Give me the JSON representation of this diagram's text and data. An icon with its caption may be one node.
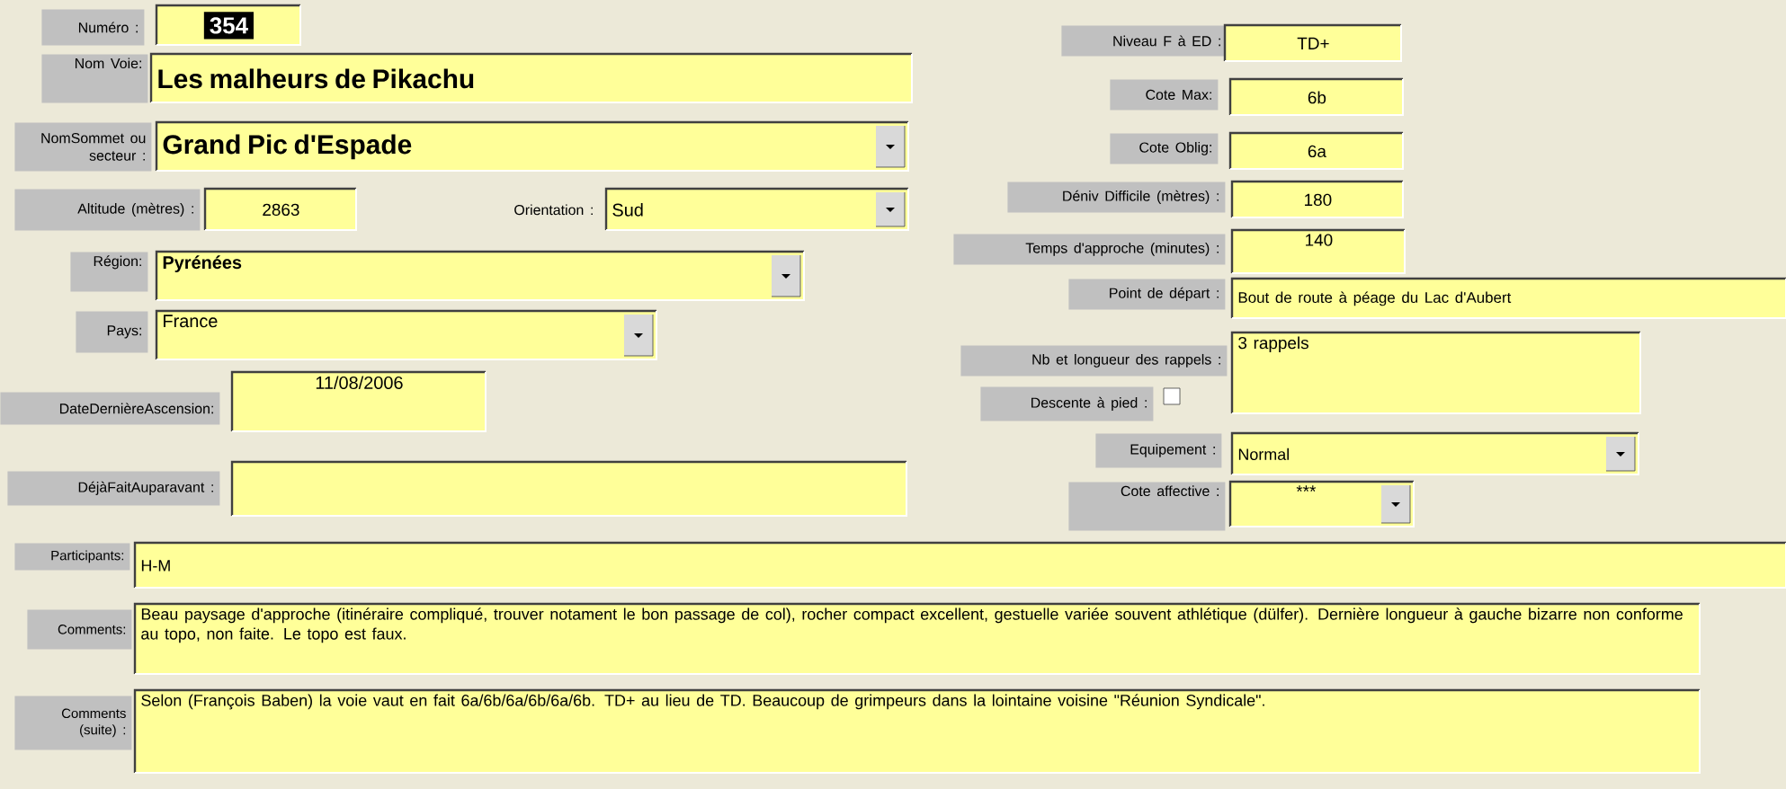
{
  "diagram": {
    "nodes": [
      {
        "text": [
          "Numéro :"
        ]
      },
      {
        "text": [
          "354"
        ]
      },
      {
        "text": [
          "Nom Voie:"
        ]
      },
      {
        "text": [
          "Les malheurs de Pikachu"
        ]
      },
      {
        "text": [
          "NomSommet ou secteur :"
        ]
      },
      {
        "text": [
          "Grand Pic d'Espade"
        ]
      },
      {
        "text": [
          "Altitude (mètres) :"
        ]
      },
      {
        "text": [
          "2863"
        ]
      },
      {
        "text": [
          "Orientation :"
        ]
      },
      {
        "text": [
          "Sud"
        ]
      },
      {
        "text": [
          "Région:"
        ]
      },
      {
        "text": [
          "Pyrénées"
        ]
      },
      {
        "text": [
          "Pays:"
        ]
      },
      {
        "text": [
          "France"
        ]
      },
      {
        "text": [
          "DateDernièreAscension:"
        ]
      },
      {
        "text": [
          "11/08/2006"
        ]
      },
      {
        "text": [
          "DéjàFaitAuparavant :"
        ]
      },
      {
        "text": [],
        "shape": "box"
      },
      {
        "text": [
          "Niveau F à ED :"
        ]
      },
      {
        "text": [
          "TD+"
        ]
      },
      {
        "text": [
          "Cote Max:"
        ]
      },
      {
        "text": [
          "6b"
        ]
      },
      {
        "text": [
          "Cote Oblig:"
        ]
      },
      {
        "text": [
          "6a"
        ]
      },
      {
        "text": [
          "Déniv Difficile (mètres) :"
        ]
      },
      {
        "text": [
          "180"
        ]
      },
      {
        "text": [
          "Temps d'approche (minutes) :"
        ]
      },
      {
        "text": [
          "140"
        ]
      },
      {
        "text": [
          "Point de départ :"
        ]
      },
      {
        "text": [
          "Bout de route à péage du Lac d'Aubert"
        ]
      },
      {
        "text": [
          "Nb et longueur des rappels :"
        ]
      },
      {
        "text": [
          "3 rappels"
        ]
      },
      {
        "text": [
          "Descente à pied :"
        ]
      },
      {
        "text": [
          "Equipement :"
        ]
      },
      {
        "text": [
          "Normal"
        ]
      },
      {
        "text": [
          "Cote affective :"
        ]
      },
      {
        "text": [
          "***"
        ]
      },
      {
        "text": [
          "Participants:"
        ]
      },
      {
        "text": [
          "H-M"
        ]
      },
      {
        "text": [
          "Comments:"
        ]
      },
      {
        "text": [
          "Beau paysage d'approche (itinéraire compliqué, trouver notament le bon passage de col), rocher compact excellent, gestuelle variée souvent athlétique (dülfer). Dernière longueur à gauche bizarre non conforme au topo, non faite. Le topo est faux."
        ]
      },
      {
        "text": [
          "Comments (suite) :"
        ]
      },
      {
        "text": [
          "Selon (François Baben) la voie vaut en fait 6a/6b/6a/6b/6a/6b. TD+ au lieu de TD. Beaucoup de grimpeurs dans la lointaine voisine \"Réunion Syndicale\"."
        ]
      }
    ]
  }
}
